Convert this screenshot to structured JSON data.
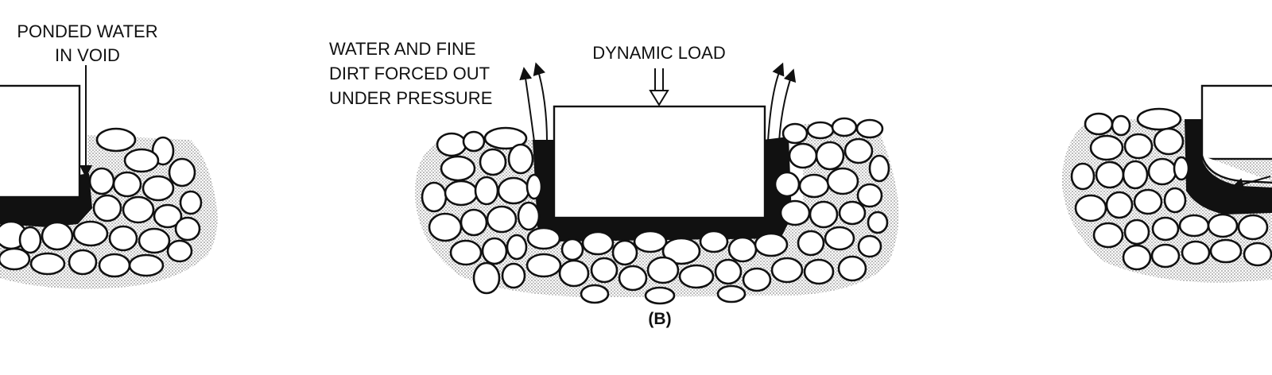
{
  "panel_a": {
    "label_line1": "PONDED WATER",
    "label_line2": "IN VOID"
  },
  "panel_b": {
    "label_water_line1": "WATER AND FINE",
    "label_water_line2": "DIRT FORCED OUT",
    "label_water_line3": "UNDER PRESSURE",
    "label_load": "DYNAMIC LOAD",
    "caption": "(B)"
  },
  "colors": {
    "ink": "#111111",
    "stipple": "#9a9a9a",
    "background": "#ffffff"
  }
}
